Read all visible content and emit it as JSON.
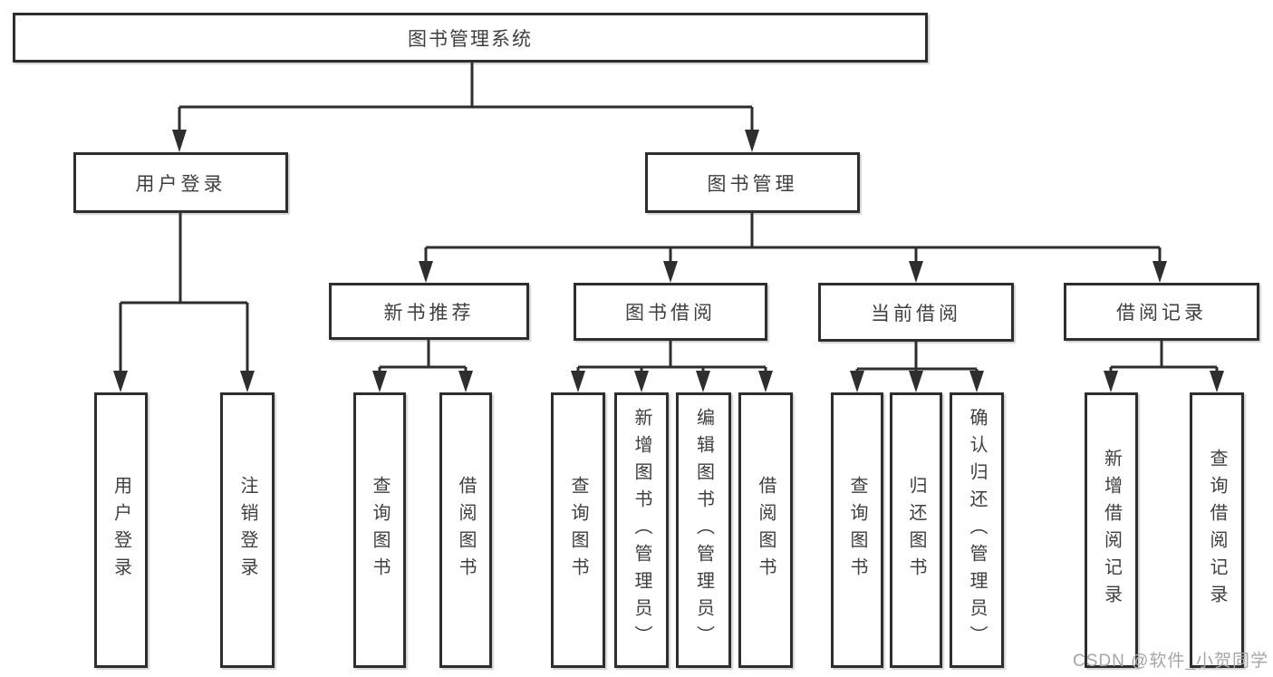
{
  "diagram": {
    "root_label": "图书管理系统",
    "branches": [
      {
        "label": "用户登录",
        "leaves": [
          "用户登录",
          "注销登录"
        ]
      },
      {
        "label": "图书管理",
        "groups": [
          {
            "label": "新书推荐",
            "leaves": [
              "查询图书",
              "借阅图书"
            ]
          },
          {
            "label": "图书借阅",
            "leaves": [
              "查询图书",
              "新增图书（管理员）",
              "编辑图书（管理员）",
              "借阅图书"
            ]
          },
          {
            "label": "当前借阅",
            "leaves": [
              "查询图书",
              "归还图书",
              "确认归还（管理员）"
            ]
          },
          {
            "label": "借阅记录",
            "leaves": [
              "新增借阅记录",
              "查询借阅记录"
            ]
          }
        ]
      }
    ]
  },
  "watermark": {
    "text": "CSDN @软件_小贺同学"
  },
  "colors": {
    "line": "#2e2e2e",
    "text": "#3f3f3f",
    "watermark": "#a6a6a6",
    "background": "#ffffff"
  }
}
